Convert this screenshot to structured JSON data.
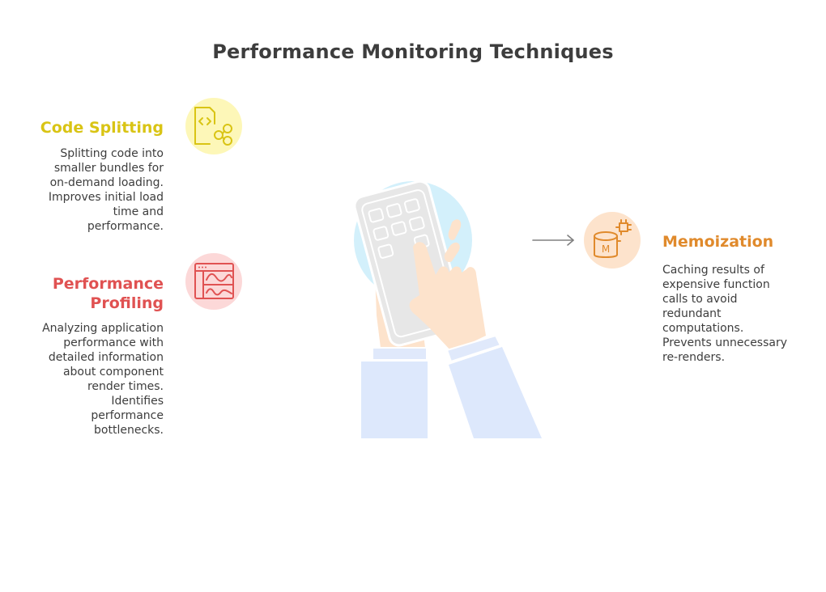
{
  "title": "Performance Monitoring Techniques",
  "colors": {
    "code_splitting": "#d9c414",
    "performance_profiling": "#e05252",
    "memoization": "#e08a2c",
    "text": "#3d3d3d"
  },
  "items": [
    {
      "heading": "Code Splitting",
      "icon": "code-file-share-icon",
      "description_lines": [
        "Splitting code into",
        "smaller bundles for",
        "on-demand loading.",
        "Improves initial load",
        "time and",
        "performance."
      ]
    },
    {
      "heading_lines": [
        "Performance",
        "Profiling"
      ],
      "icon": "browser-waveform-icon",
      "description_lines": [
        "Analyzing application",
        "performance with",
        "detailed information",
        "about component",
        "render times.",
        "Identifies",
        "performance",
        "bottlenecks."
      ]
    },
    {
      "heading": "Memoization",
      "icon": "database-chip-icon",
      "icon_letter": "M",
      "description_lines": [
        "Caching results of",
        "expensive function",
        "calls to avoid",
        "redundant",
        "computations.",
        "Prevents unnecessary",
        "re-renders."
      ]
    }
  ],
  "illustration": "hands-holding-calculator-illustration"
}
